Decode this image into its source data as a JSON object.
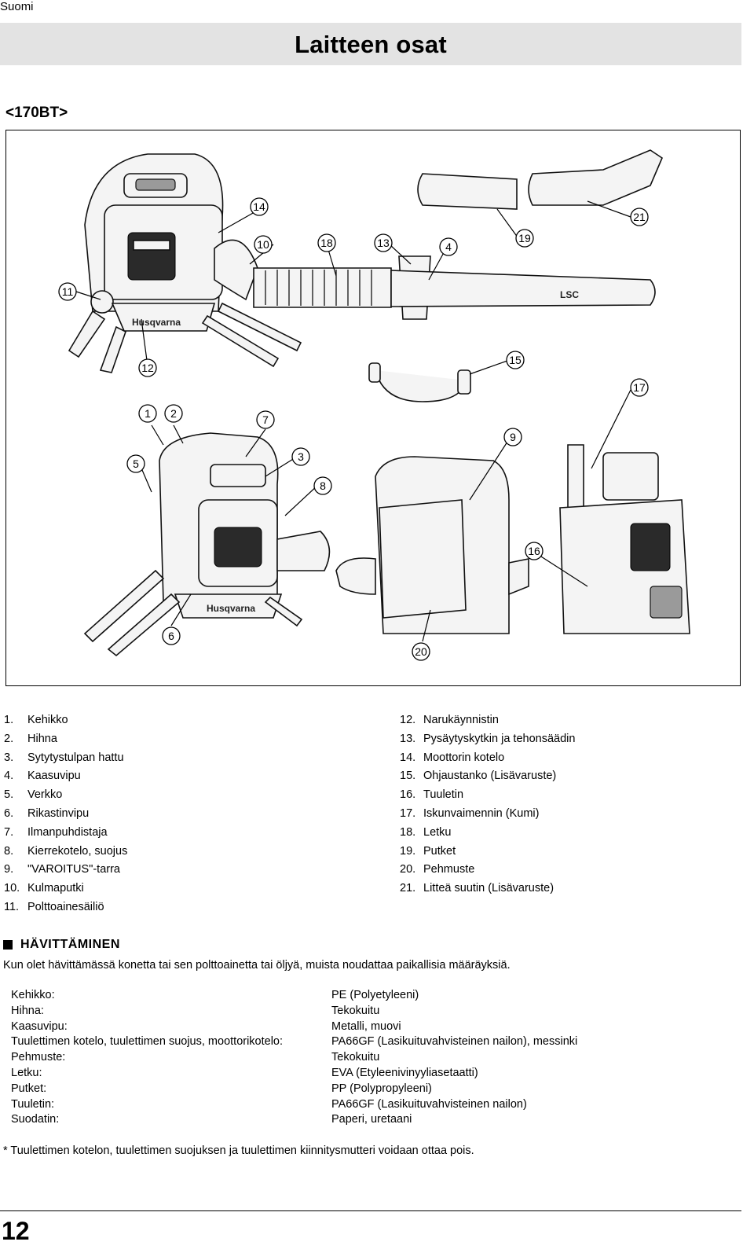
{
  "header": {
    "language": "Suomi",
    "title": "Laitteen osat"
  },
  "model": "<170BT>",
  "figure": {
    "brand_logo": "Husqvarna",
    "pipe_marking": "LSC",
    "callouts": [
      "1",
      "2",
      "3",
      "4",
      "5",
      "6",
      "7",
      "8",
      "9",
      "10",
      "11",
      "12",
      "13",
      "14",
      "15",
      "16",
      "17",
      "18",
      "19",
      "20",
      "21"
    ]
  },
  "parts_left": [
    {
      "num": "1.",
      "label": "Kehikko"
    },
    {
      "num": "2.",
      "label": "Hihna"
    },
    {
      "num": "3.",
      "label": "Sytytystulpan hattu"
    },
    {
      "num": "4.",
      "label": "Kaasuvipu"
    },
    {
      "num": "5.",
      "label": "Verkko"
    },
    {
      "num": "6.",
      "label": "Rikastinvipu"
    },
    {
      "num": "7.",
      "label": "Ilmanpuhdistaja"
    },
    {
      "num": "8.",
      "label": "Kierrekotelo, suojus"
    },
    {
      "num": "9.",
      "label": "\"VAROITUS\"-tarra"
    },
    {
      "num": "10.",
      "label": "Kulmaputki"
    },
    {
      "num": "11.",
      "label": "Polttoainesäiliö"
    }
  ],
  "parts_right": [
    {
      "num": "12.",
      "label": "Narukäynnistin"
    },
    {
      "num": "13.",
      "label": "Pysäytyskytkin ja tehonsäädin"
    },
    {
      "num": "14.",
      "label": "Moottorin kotelo"
    },
    {
      "num": "15.",
      "label": "Ohjaustanko (Lisävaruste)"
    },
    {
      "num": "16.",
      "label": "Tuuletin"
    },
    {
      "num": "17.",
      "label": "Iskunvaimennin (Kumi)"
    },
    {
      "num": "18.",
      "label": "Letku"
    },
    {
      "num": "19.",
      "label": "Putket"
    },
    {
      "num": "20.",
      "label": "Pehmuste"
    },
    {
      "num": "21.",
      "label": "Litteä suutin (Lisävaruste)"
    }
  ],
  "disposal": {
    "heading": "HÄVITTÄMINEN",
    "text": "Kun olet hävittämässä konetta tai sen polttoainetta tai öljyä, muista noudattaa paikallisia määräyksiä.",
    "materials": [
      {
        "part": "Kehikko:",
        "material": "PE (Polyetyleeni)"
      },
      {
        "part": "Hihna:",
        "material": "Tekokuitu"
      },
      {
        "part": "Kaasuvipu:",
        "material": "Metalli, muovi"
      },
      {
        "part": "Tuulettimen kotelo, tuulettimen suojus, moottorikotelo:",
        "material": "PA66GF (Lasikuituvahvisteinen nailon), messinki"
      },
      {
        "part": "Pehmuste:",
        "material": "Tekokuitu"
      },
      {
        "part": "Letku:",
        "material": "EVA (Etyleenivinyyliasetaatti)"
      },
      {
        "part": "Putket:",
        "material": "PP (Polypropyleeni)"
      },
      {
        "part": "Tuuletin:",
        "material": "PA66GF (Lasikuituvahvisteinen nailon)"
      },
      {
        "part": "Suodatin:",
        "material": "Paperi, uretaani"
      }
    ],
    "footnote": "* Tuulettimen kotelon, tuulettimen suojuksen ja tuulettimen kiinnitysmutteri voidaan ottaa pois."
  },
  "page_number": "12"
}
